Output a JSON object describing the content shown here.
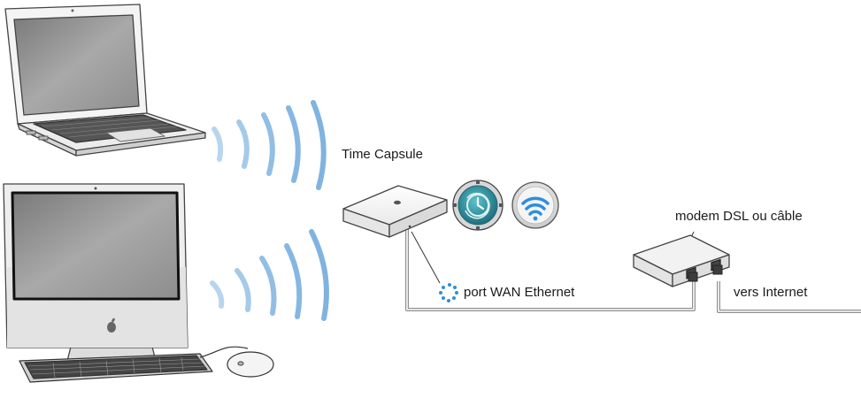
{
  "labels": {
    "time_capsule": "Time Capsule",
    "wan_port": "port WAN Ethernet",
    "modem": "modem DSL ou câble",
    "internet": "vers Internet"
  },
  "colors": {
    "wifi_waves": "#7fb3e0",
    "time_machine_teal": "#2a8a9a",
    "airport_blue": "#2d8ee0",
    "wan_dots": "#2f8fd8",
    "cable": "#9a9a9a"
  },
  "icons": {
    "wan_port": "wan-port-dots-icon",
    "time_machine": "time-machine-icon",
    "airport": "airport-wifi-icon"
  }
}
